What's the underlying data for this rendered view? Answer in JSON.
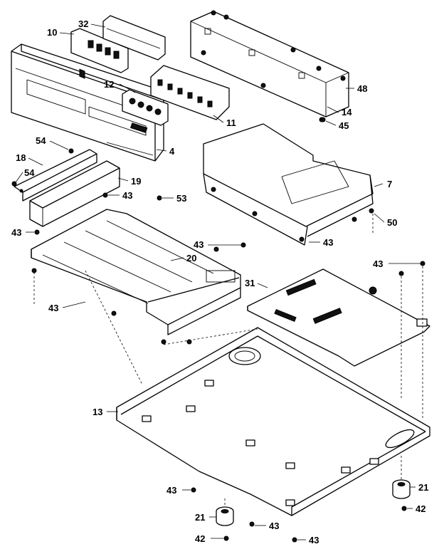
{
  "diagram": {
    "part_labels": [
      "32",
      "10",
      "48",
      "12",
      "14",
      "45",
      "11",
      "4",
      "54",
      "18",
      "54",
      "19",
      "43",
      "53",
      "7",
      "43",
      "50",
      "43",
      "20",
      "43",
      "43",
      "31",
      "43",
      "13",
      "21",
      "43",
      "42",
      "21",
      "42",
      "43",
      "43"
    ]
  }
}
